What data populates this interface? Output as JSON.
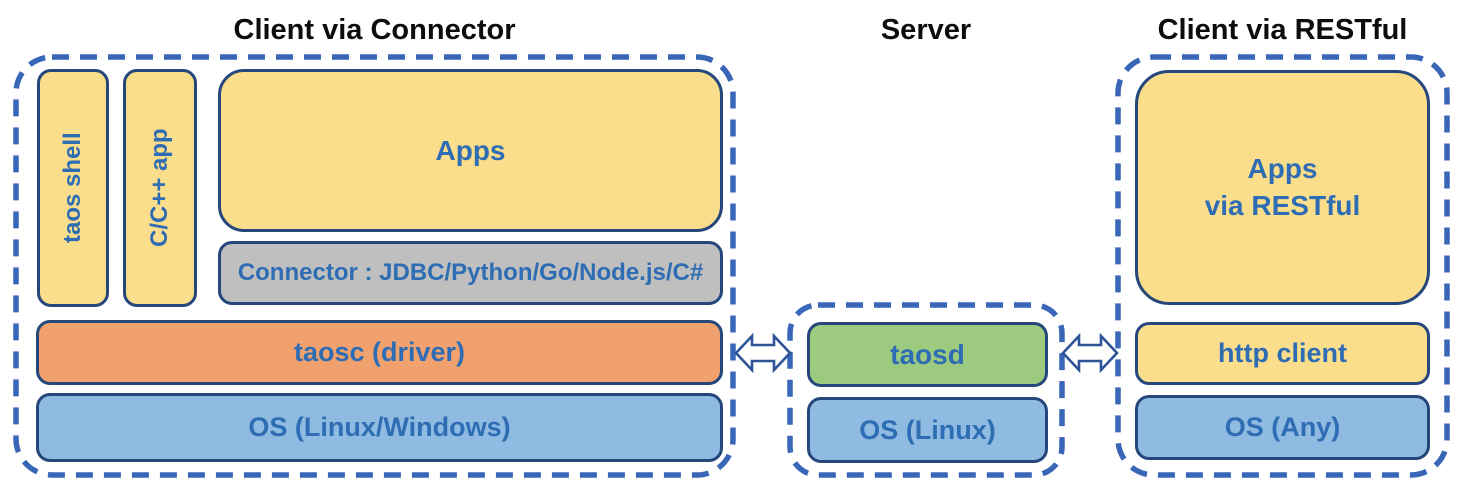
{
  "colors": {
    "yellow": "#FBDE8B",
    "gray": "#BFBFBF",
    "orange": "#F1A16E",
    "blue": "#8FBAE1",
    "green": "#9CCA7F",
    "dash_blue": "#3A66B8",
    "box_border": "#25477B",
    "text_blue": "#2E6DB4",
    "title_black": "#0D0D0D"
  },
  "groups": {
    "connector": {
      "title": "Client via Connector",
      "boxes": {
        "taos_shell": "taos shell",
        "cpp_app": "C/C++ app",
        "apps": "Apps",
        "connector": "Connector : JDBC/Python/Go/Node.js/C#",
        "taosc": "taosc (driver)",
        "os": "OS (Linux/Windows)"
      }
    },
    "server": {
      "title": "Server",
      "boxes": {
        "taosd": "taosd",
        "os": "OS (Linux)"
      }
    },
    "restful": {
      "title": "Client via RESTful",
      "boxes": {
        "apps_line1": "Apps",
        "apps_line2": "via RESTful",
        "http_client": "http client",
        "os": "OS (Any)"
      }
    }
  },
  "icons": {
    "left_arrow": "double-horizontal-arrow",
    "right_arrow": "double-horizontal-arrow"
  }
}
